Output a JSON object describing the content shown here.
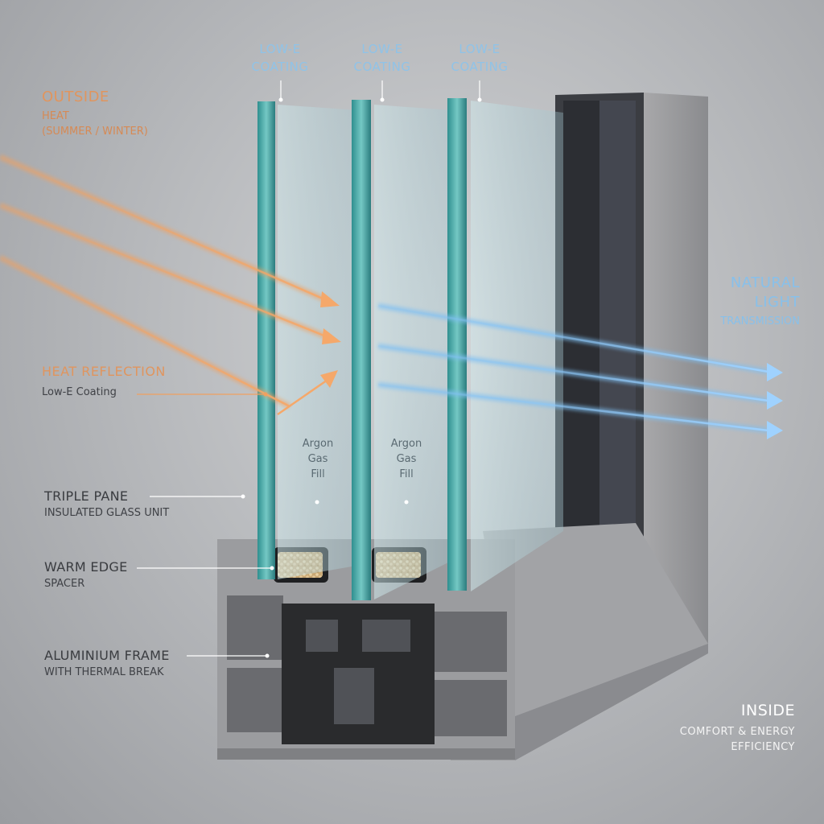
{
  "coating_labels": [
    {
      "line1": "LOW-E",
      "line2": "COATING"
    },
    {
      "line1": "LOW-E",
      "line2": "COATING"
    },
    {
      "line1": "LOW-E",
      "line2": "COATING"
    }
  ],
  "outside": {
    "title": "OUTSIDE",
    "line1": "HEAT",
    "line2": "(SUMMER / WINTER)"
  },
  "heat_reflection": {
    "title": "HEAT REFLECTION",
    "sub": "Low-E Coating"
  },
  "triple_pane": {
    "title": "TRIPLE PANE",
    "sub": "INSULATED GLASS UNIT"
  },
  "warm_edge": {
    "title": "WARM EDGE",
    "sub": "SPACER"
  },
  "aluminium_frame": {
    "title": "ALUMINIUM FRAME",
    "sub": "WITH THERMAL BREAK"
  },
  "argon": [
    {
      "l1": "Argon",
      "l2": "Gas",
      "l3": "Fill"
    },
    {
      "l1": "Argon",
      "l2": "Gas",
      "l3": "Fill"
    }
  ],
  "natural_light": {
    "line1": "NATURAL",
    "line2": "LIGHT",
    "sub": "TRANSMISSION"
  },
  "inside": {
    "title": "INSIDE",
    "line1": "COMFORT & ENERGY",
    "line2": "EFFICIENCY"
  },
  "colors": {
    "heat_ray": "#f0a060",
    "light_ray": "#7fbff2",
    "glass_edge": "#3fa6a6",
    "frame_aluminium": "#a9a9ab",
    "thermal_break": "#2a2b2d",
    "spacer_fill": "#d8bf8e"
  }
}
